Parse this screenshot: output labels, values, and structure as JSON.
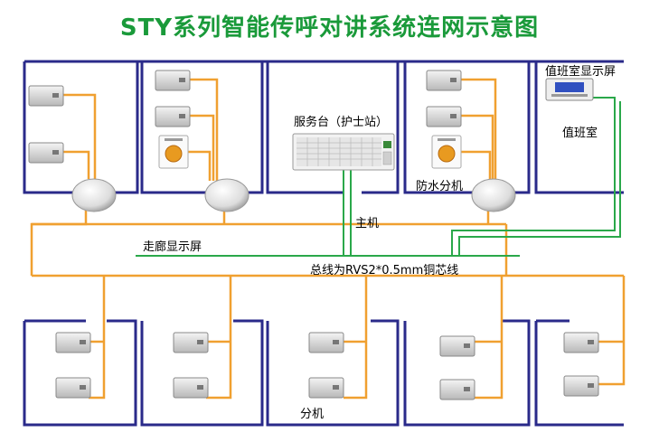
{
  "title": "STY系列智能传呼对讲系统连网示意图",
  "labels": {
    "duty_display": "值班室显示屏",
    "nurse_station": "服务台（护士站）",
    "duty_room": "值班室",
    "waterproof_unit": "防水分机",
    "main_unit": "主机",
    "corridor_display": "走廊显示屏",
    "bus_line": "总线为RVS2*0.5mm铜芯线",
    "sub_unit": "分机"
  },
  "colors": {
    "title": "#1a9a3a",
    "room_wall": "#2a2a8a",
    "bus_wire": "#f0a030",
    "signal_wire": "#2aa84a"
  }
}
